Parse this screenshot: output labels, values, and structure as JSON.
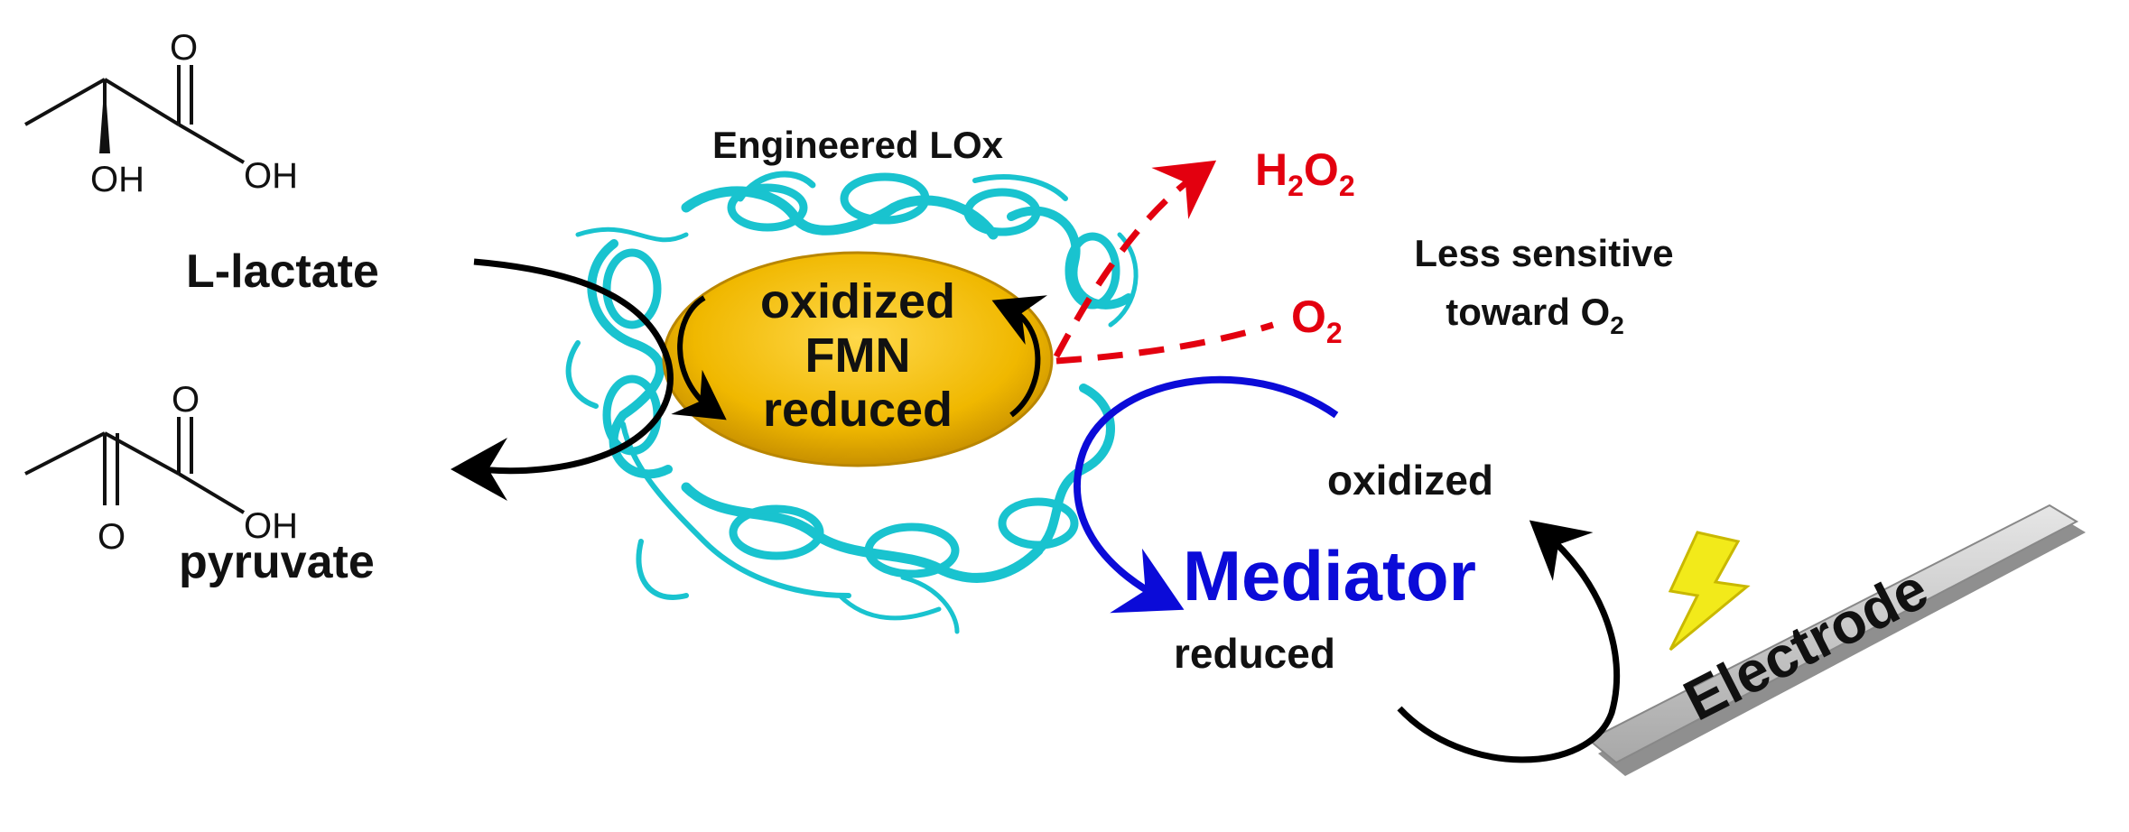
{
  "labels": {
    "enzyme": "Engineered LOx",
    "lactate": "L-lactate",
    "pyruvate": "pyruvate",
    "fmn_oxidized": "oxidized",
    "fmn": "FMN",
    "fmn_reduced": "reduced",
    "h2o2": {
      "h1": "H",
      "sub1": "2",
      "o1": "O",
      "sub2": "2"
    },
    "o2": {
      "o": "O",
      "sub": "2"
    },
    "less_sensitive_line1": "Less sensitive",
    "less_sensitive_line2": "toward O",
    "less_sensitive_sub": "2",
    "mediator": "Mediator",
    "mediator_oxidized": "oxidized",
    "mediator_reduced": "reduced",
    "electrode": "Electrode"
  },
  "atoms": {
    "lactate_carbonyl_o": "O",
    "lactate_acid_oh": "OH",
    "lactate_alpha_oh": "OH",
    "pyruvate_acid_o": "O",
    "pyruvate_acid_oh": "OH",
    "pyruvate_keto_o": "O"
  },
  "colors": {
    "protein": "#19c3cf",
    "fmn_fill": "#f0c000",
    "h2o2_path": "#e3000f",
    "mediator": "#0b0bd8",
    "electrode": "#b9b9b9",
    "lightning": "#f2ea1a",
    "arrows": "#000000"
  }
}
